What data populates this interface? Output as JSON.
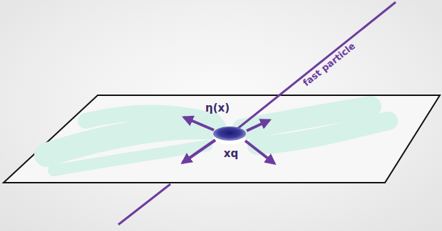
{
  "diagram": {
    "labels": [
      "fast particle",
      "η(x)",
      "xq"
    ]
  }
}
